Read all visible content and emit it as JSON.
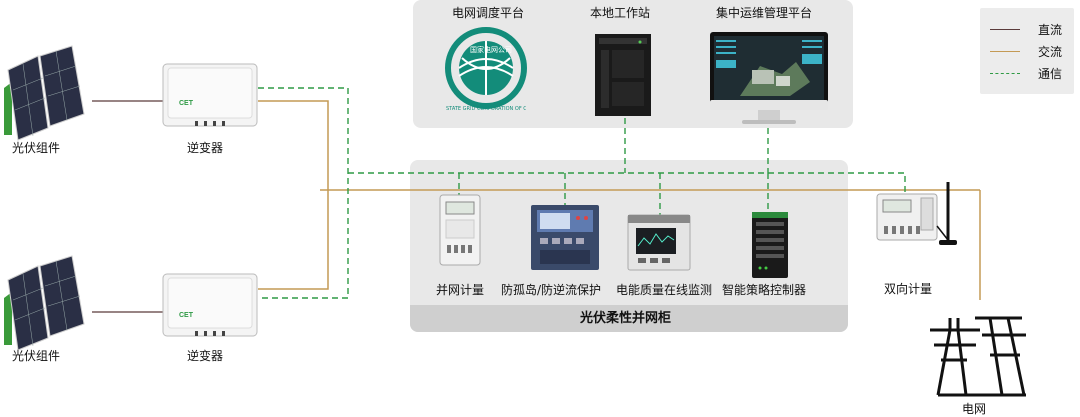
{
  "colors": {
    "dc_line": "#5a3a3a",
    "ac_line": "#c49a55",
    "comm_line": "#2f9a45",
    "panel_bg": "#e8e8e8",
    "cabinet_title_bar": "#cfcfcf"
  },
  "legend": {
    "items": [
      {
        "label": "直流",
        "style": "dc"
      },
      {
        "label": "交流",
        "style": "ac"
      },
      {
        "label": "通信",
        "style": "comm"
      }
    ]
  },
  "top_panel": {
    "grid_dispatch": "电网调度平台",
    "local_station": "本地工作站",
    "ops_platform": "集中运维管理平台",
    "logo_text": "STATE GRID CORPORATION OF CHINA",
    "logo_cn": "国家电网公司"
  },
  "left": {
    "pv_top": "光伏组件",
    "inverter_top": "逆变器",
    "pv_bottom": "光伏组件",
    "inverter_bottom": "逆变器",
    "inverter_brand": "CET"
  },
  "cabinet": {
    "title": "光伏柔性并网柜",
    "devices": [
      {
        "label": "并网计量"
      },
      {
        "label": "防孤岛/防逆流保护"
      },
      {
        "label": "电能质量在线监测"
      },
      {
        "label": "智能策略控制器"
      }
    ]
  },
  "right": {
    "bidirectional_meter": "双向计量",
    "grid": "电网"
  }
}
